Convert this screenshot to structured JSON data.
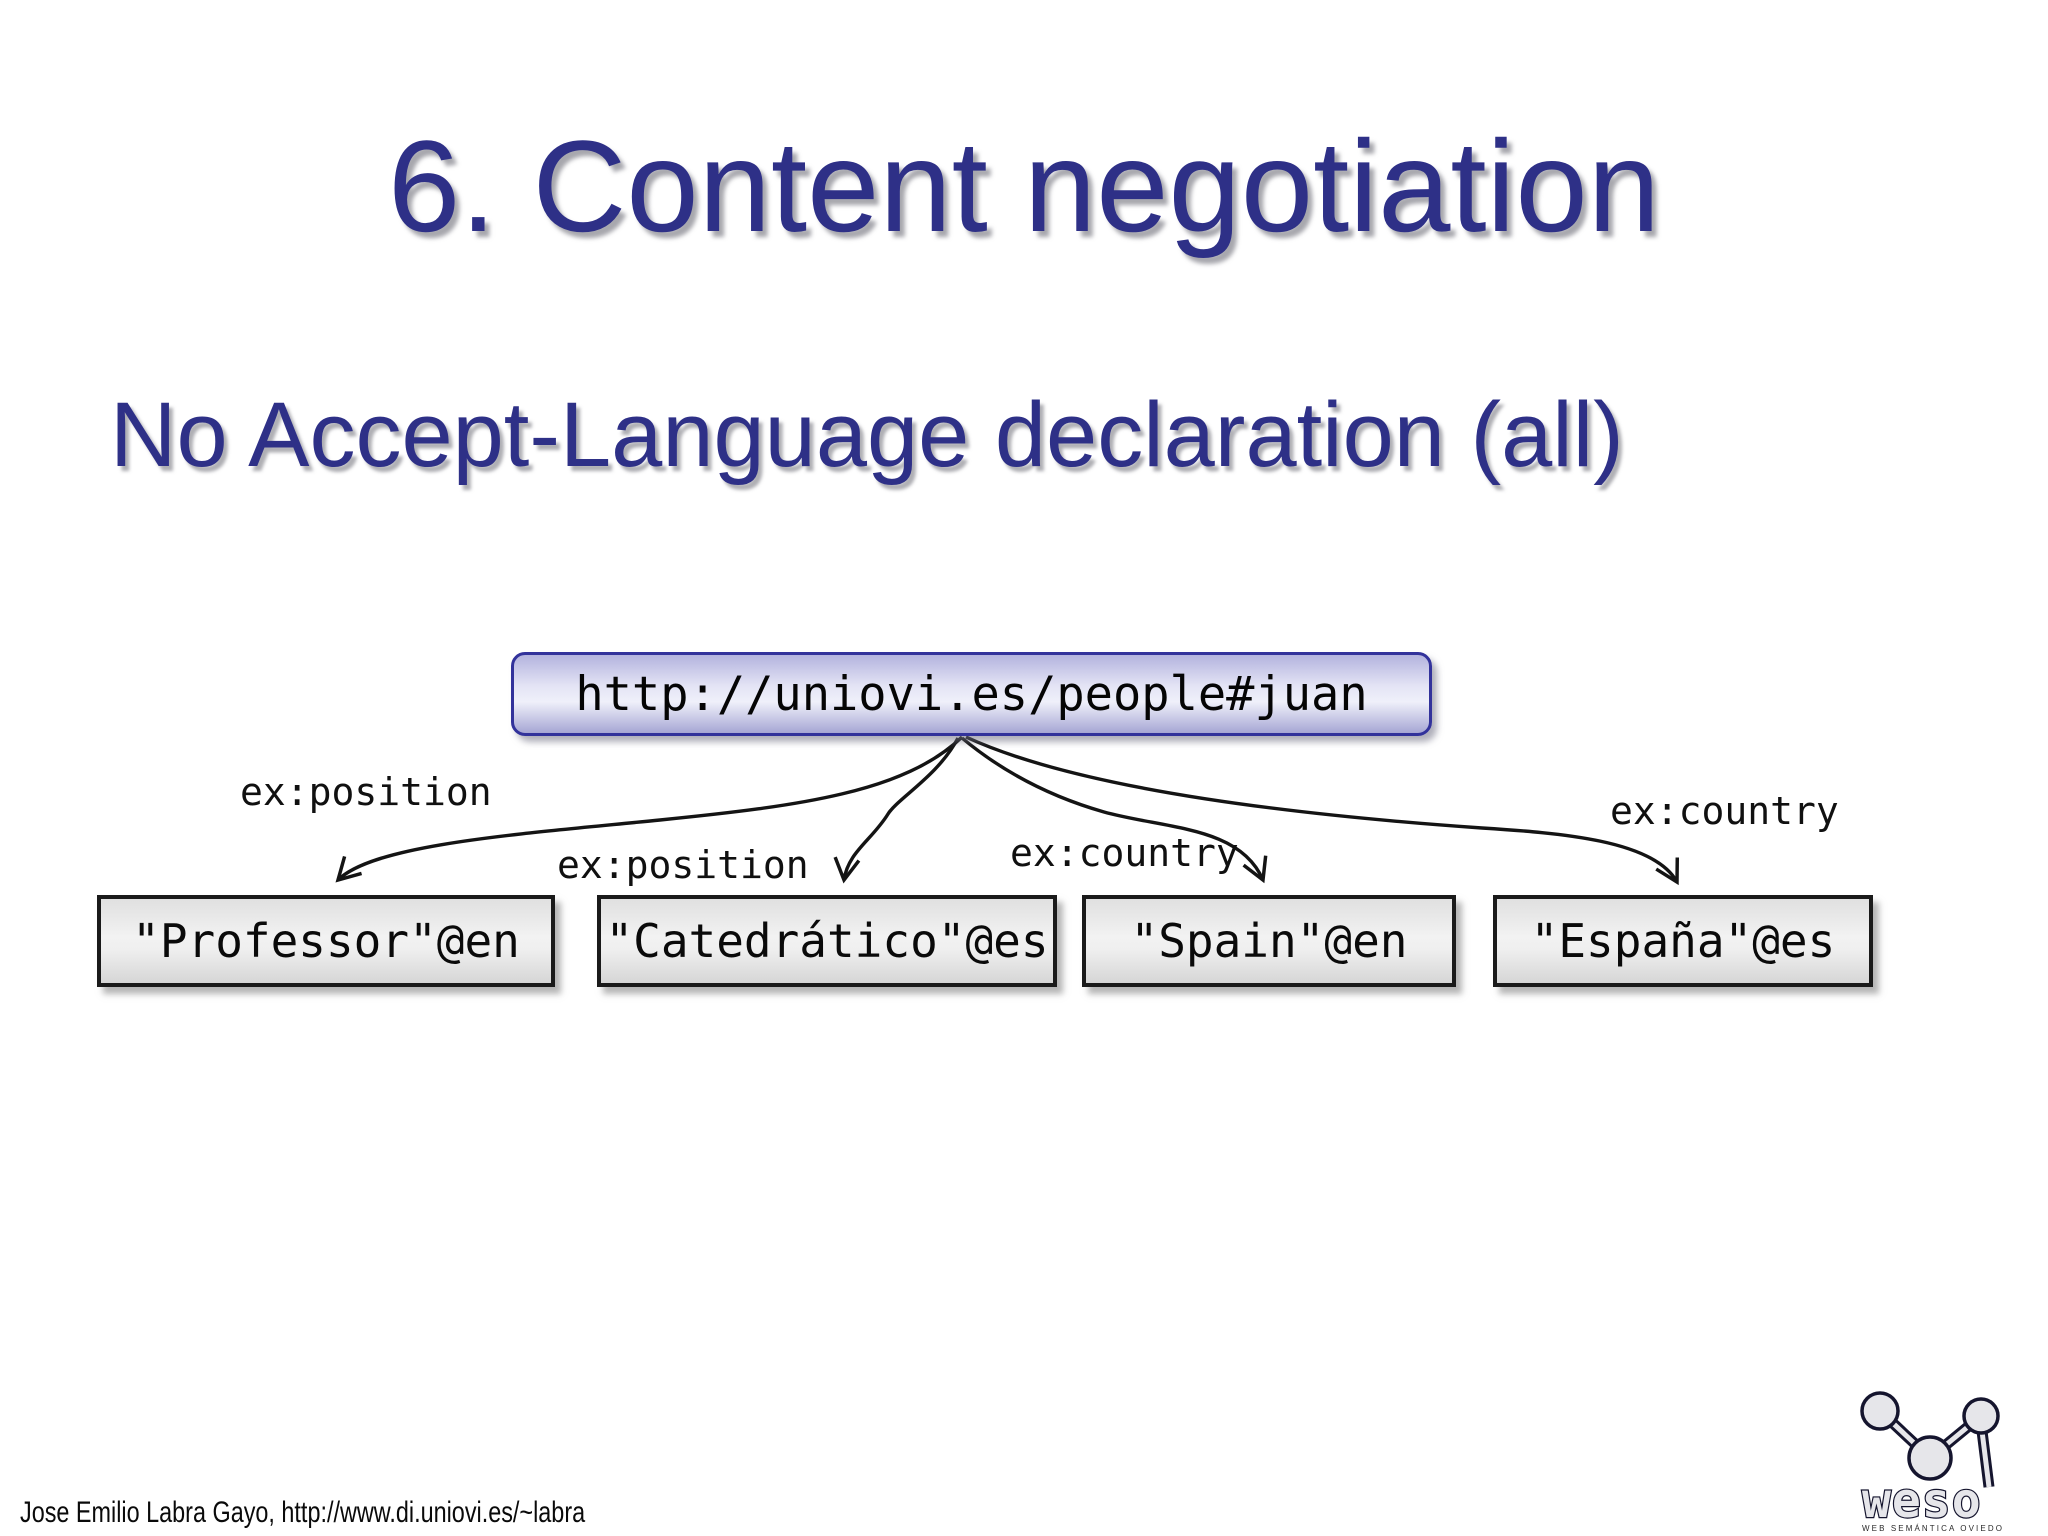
{
  "slide": {
    "title": "6. Content negotiation",
    "subtitle": "No Accept-Language declaration (all)",
    "footer": "Jose Emilio Labra Gayo, http://www.di.uniovi.es/~labra"
  },
  "diagram": {
    "subject": "http://uniovi.es/people#juan",
    "edges": [
      {
        "property": "ex:position",
        "object": "\"Professor\"@en"
      },
      {
        "property": "ex:position",
        "object": "\"Catedrático\"@es"
      },
      {
        "property": "ex:country",
        "object": "\"Spain\"@en"
      },
      {
        "property": "ex:country",
        "object": "\"España\"@es"
      }
    ]
  },
  "logo": {
    "wordmark": "weso",
    "caption": "WEB SEMÁNTICA OVIEDO"
  },
  "colors": {
    "heading_text": "#2e3087",
    "subject_node_border": "#32329b",
    "subject_node_fill": "#c9c9ea",
    "object_node_border": "#1a1a1a",
    "object_node_fill": "#e6e6e6",
    "arrow": "#141414",
    "background": "#ffffff"
  }
}
